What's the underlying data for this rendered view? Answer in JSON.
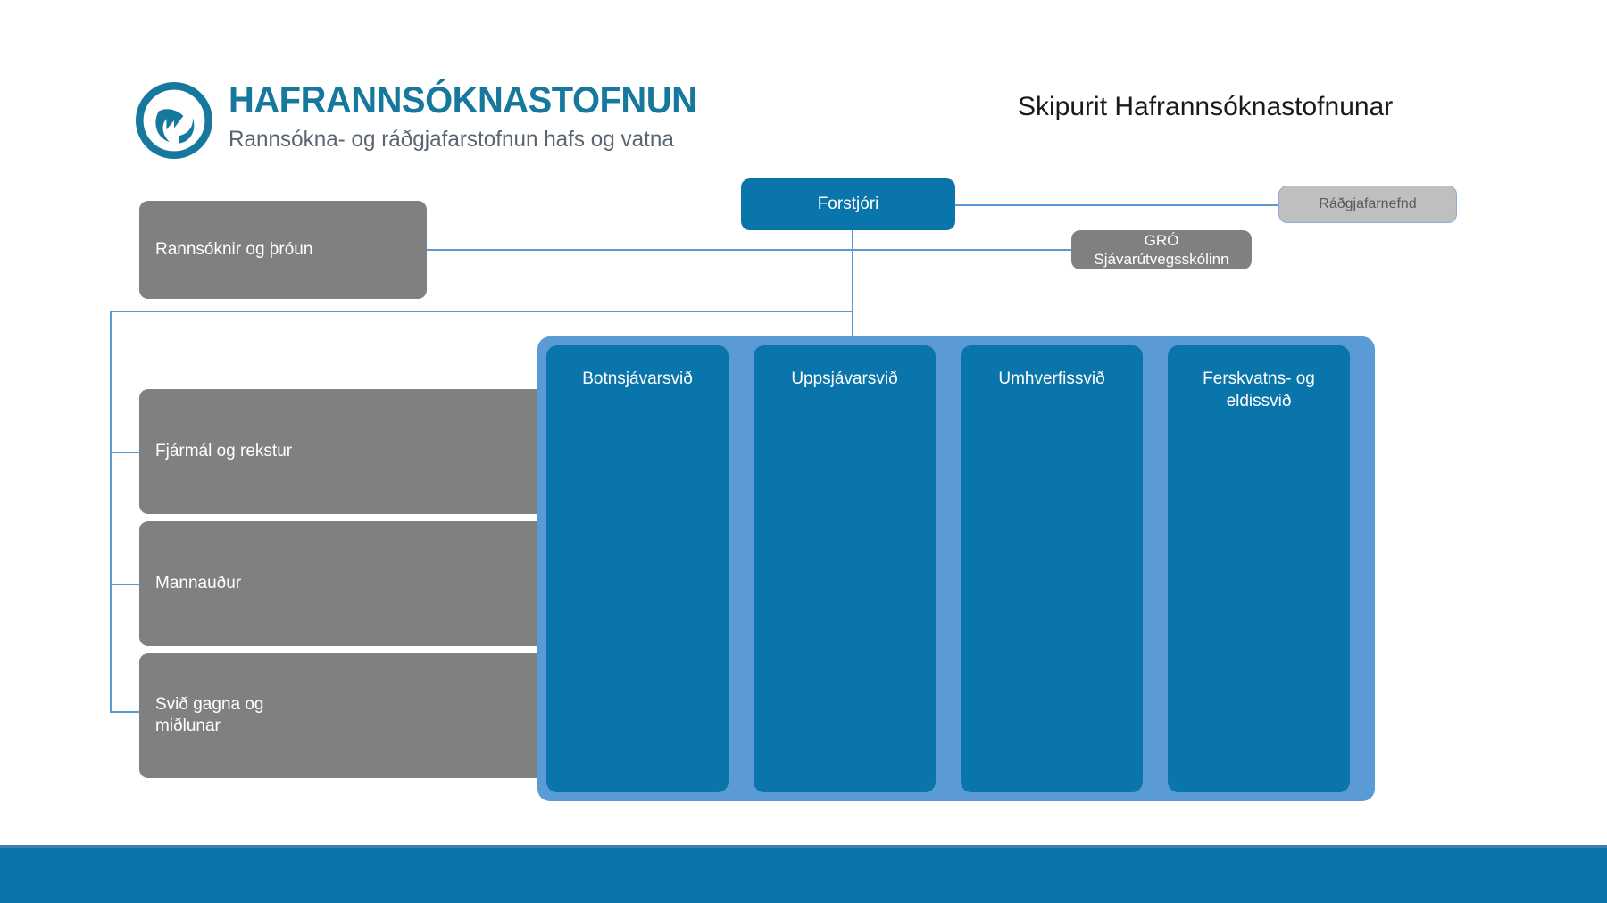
{
  "header": {
    "logo_wordmark": "HAFRANNSÓKNASTOFNUN",
    "logo_tagline": "Rannsókna- og ráðgjafarstofnun hafs og vatna",
    "logo_icon": "wave-circle-logo",
    "title": "Skipurit Hafrannsóknastofnunar"
  },
  "colors": {
    "brand_blue": "#0A75AB",
    "light_blue": "#5B9BD5",
    "logo_blue": "#17789E",
    "gray": "#808080",
    "light_gray": "#BFBFBF",
    "tagline_gray": "#5A6570",
    "footer_blue": "#0A75AB"
  },
  "chart_data": {
    "type": "diagram",
    "title": "Skipurit Hafrannsóknastofnunar",
    "root": "Forstjóri",
    "nodes": [
      {
        "id": "forstjori",
        "label": "Forstjóri",
        "style": "blue-head"
      },
      {
        "id": "radgjafarnefnd",
        "label": "Ráðgjafarnefnd",
        "style": "light-gray"
      },
      {
        "id": "gro",
        "label": "GRÓ\nSjávarútvegsskólinn",
        "style": "gray-center"
      },
      {
        "id": "rannsoknir",
        "label": "Rannsóknir og þróun",
        "style": "gray"
      },
      {
        "id": "fjarmal",
        "label": "Fjármál og rekstur",
        "style": "gray"
      },
      {
        "id": "mannaudur",
        "label": "Mannauður",
        "style": "gray"
      },
      {
        "id": "gagna",
        "label": "Svið gagna og miðlunar",
        "style": "gray"
      },
      {
        "id": "botnsjavar",
        "label": "Botnsjávarsvið",
        "style": "blue-col"
      },
      {
        "id": "uppsjavar",
        "label": "Uppsjávarsvið",
        "style": "blue-col"
      },
      {
        "id": "umhverfis",
        "label": "Umhverfissvið",
        "style": "blue-col"
      },
      {
        "id": "ferskvatns",
        "label": "Ferskvatns- og eldissvið",
        "style": "blue-col"
      }
    ],
    "edges": [
      {
        "from": "forstjori",
        "to": "radgjafarnefnd"
      },
      {
        "from": "forstjori",
        "to": "gro"
      },
      {
        "from": "forstjori",
        "to": "rannsoknir"
      },
      {
        "from": "forstjori",
        "to": "fjarmal"
      },
      {
        "from": "forstjori",
        "to": "mannaudur"
      },
      {
        "from": "forstjori",
        "to": "gagna"
      },
      {
        "from": "forstjori",
        "to": "botnsjavar"
      },
      {
        "from": "forstjori",
        "to": "uppsjavar"
      },
      {
        "from": "forstjori",
        "to": "umhverfis"
      },
      {
        "from": "forstjori",
        "to": "ferskvatns"
      }
    ]
  },
  "top": {
    "forstjori": "Forstjóri",
    "radgjafarnefnd": "Ráðgjafarnefnd",
    "gro_line1": "GRÓ",
    "gro_line2": "Sjávarútvegsskólinn"
  },
  "support_units": [
    {
      "label": "Rannsóknir og þróun"
    },
    {
      "label": "Fjármál og rekstur"
    },
    {
      "label": "Mannauður"
    },
    {
      "label_line1": "Svið gagna og",
      "label_line2": "miðlunar"
    }
  ],
  "divisions": [
    {
      "line1": "Botnsjávarsvið",
      "line2": ""
    },
    {
      "line1": "Uppsjávarsvið",
      "line2": ""
    },
    {
      "line1": "Umhverfissvið",
      "line2": ""
    },
    {
      "line1": "Ferskvatns- og",
      "line2": "eldissvið"
    }
  ]
}
